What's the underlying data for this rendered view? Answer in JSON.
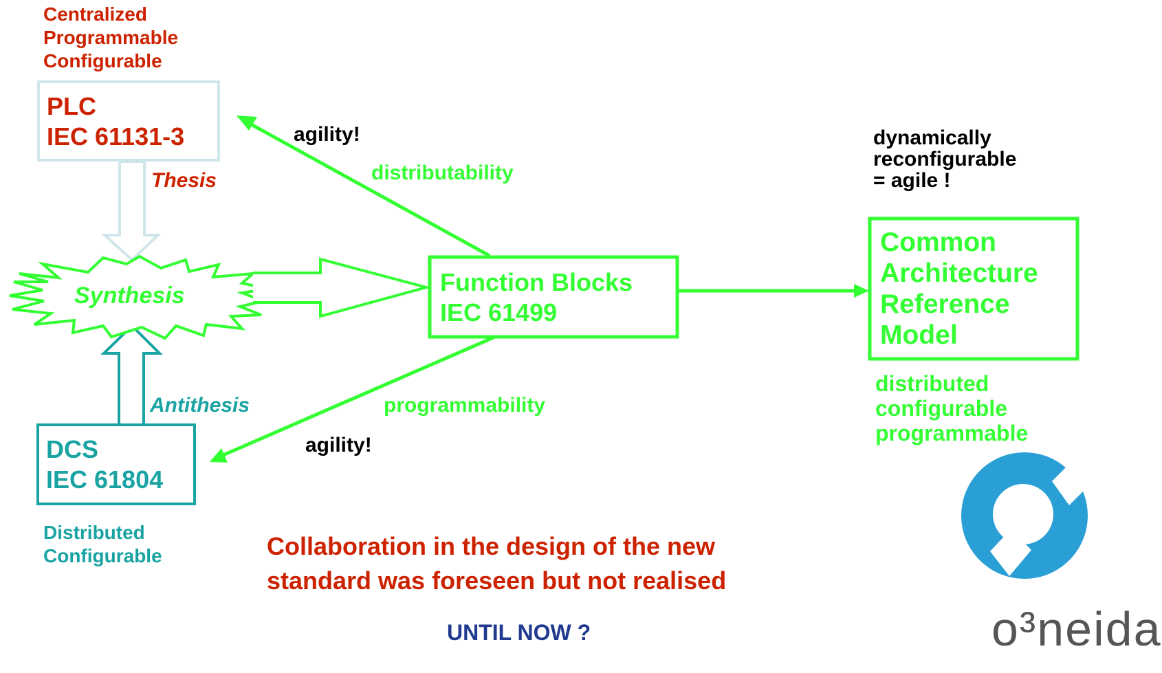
{
  "colors": {
    "red": "#cc2200",
    "teal": "#1aa3a3",
    "green": "#33ff33",
    "plc_box_border": "#cfe6ea",
    "navy": "#1f3a8f",
    "logo_blue": "#2a9fd6"
  },
  "plc": {
    "attributes": [
      "Centralized",
      "Programmable",
      "Configurable"
    ],
    "box_line1": "PLC",
    "box_line2": "IEC 61131-3",
    "role": "Thesis"
  },
  "dcs": {
    "box_line1": "DCS",
    "box_line2": "IEC 61804",
    "role": "Antithesis",
    "attributes": [
      "Distributed",
      "Configurable"
    ]
  },
  "synthesis": {
    "label": "Synthesis"
  },
  "function_blocks": {
    "line1": "Function Blocks",
    "line2": "IEC 61499"
  },
  "arrows": {
    "upper_agility": "agility!",
    "upper_property": "distributability",
    "lower_property": "programmability",
    "lower_agility": "agility!"
  },
  "car": {
    "lines": [
      "Common",
      "Architecture",
      "Reference",
      "Model"
    ],
    "note": [
      "dynamically",
      "reconfigurable",
      "= agile !"
    ],
    "attributes": [
      "distributed",
      "configurable",
      "programmable"
    ]
  },
  "collaboration": {
    "line1": "Collaboration in the design of the new",
    "line2": "standard was foreseen but not realised"
  },
  "until_now": "UNTIL NOW ?",
  "logo": {
    "icon": "o3neida-ring-logo",
    "text": "o³neida"
  }
}
